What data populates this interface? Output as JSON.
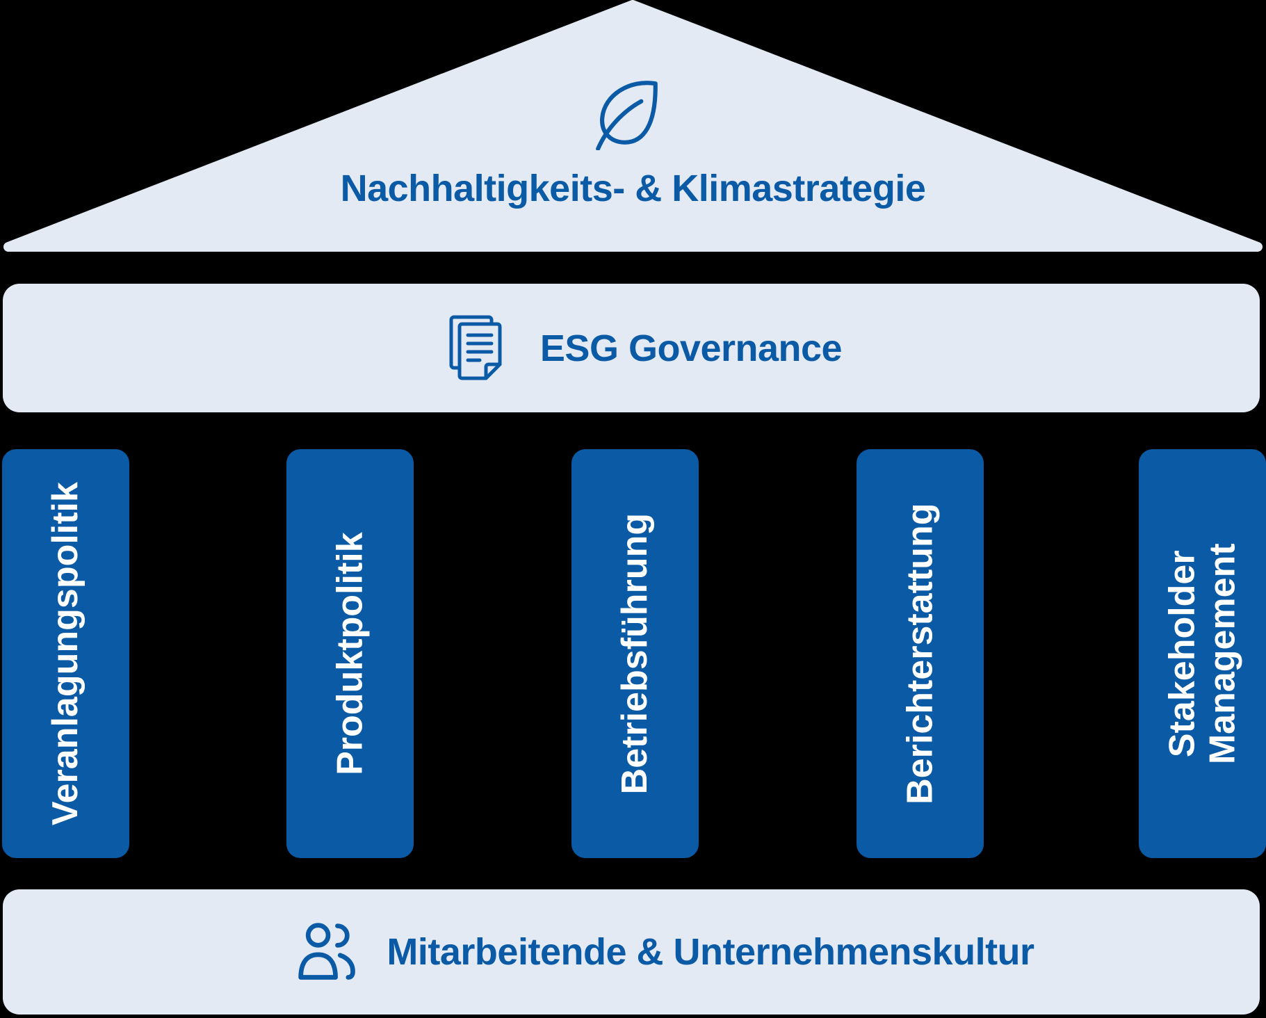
{
  "colors": {
    "accent_blue": "#0b5aa6",
    "panel_light": "#e4eaf4",
    "pillar_text": "#ffffff",
    "background": "#000000"
  },
  "roof": {
    "icon": "leaf-icon",
    "title": "Nachhaltigkeits- & Klimastrategie"
  },
  "governance_bar": {
    "icon": "documents-icon",
    "label": "ESG Governance"
  },
  "pillars": [
    {
      "label": "Veranlagungspolitik"
    },
    {
      "label": "Produktpolitik"
    },
    {
      "label": "Betriebsführung"
    },
    {
      "label": "Berichterstattung"
    },
    {
      "label": "Stakeholder\nManagement"
    }
  ],
  "foundation_bar": {
    "icon": "people-icon",
    "label": "Mitarbeitende & Unternehmenskultur"
  }
}
